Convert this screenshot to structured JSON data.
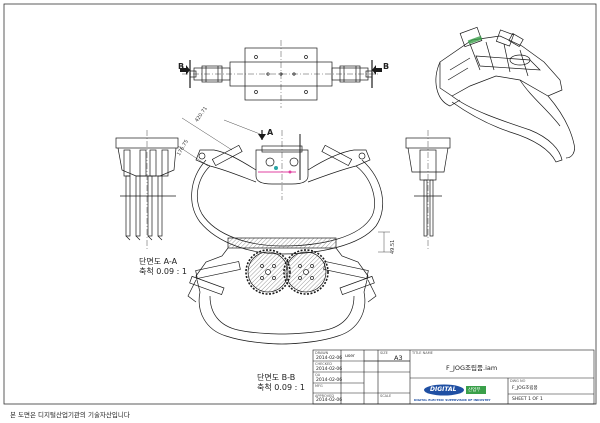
{
  "sections": {
    "aa": {
      "title": "단면도 A-A",
      "scale": "축척 0.09 : 1"
    },
    "bb": {
      "title": "단면도 B-B",
      "scale": "축척 0.09 : 1"
    }
  },
  "markers": {
    "a": "A",
    "b_left": "B",
    "b_right": "B"
  },
  "dimensions": {
    "d1": "420.71",
    "d2": "176.75",
    "d3": "49.51"
  },
  "title_block": {
    "drawn_label": "DRAWN",
    "drawn_date": "2014-02-06",
    "drawn_user": "user",
    "checked_label": "CHECKED",
    "checked_date": "2014-02-06",
    "qa_label": "QA",
    "qa_date": "2014-02-06",
    "mfg_label": "MFG",
    "approved_label": "APPROVED",
    "approved_date": "2014-02-06",
    "size_label": "SIZE",
    "size": "A3",
    "title_label": "TITLE NAME",
    "title": "F_JOG조립품.iam",
    "dwg_label": "DWG NO",
    "dwg_no": "F_JOG조립품",
    "scale_label": "SCALE",
    "sheet": "SHEET 1 OF 1",
    "logo_text": "DIGITAL",
    "logo_badge": "산업부",
    "logo_sub": "DIGITAL ELECTRIC SUPERVISOR OF INDUSTRY"
  },
  "footer": "본 도면은 디지털산업기관의 기술자산입니다",
  "colors": {
    "line": "#1a1a1a",
    "accent": "#e040a0",
    "highlight": "#2aa6a6",
    "logo_blue": "#1f4fa3",
    "logo_green": "#3aa04a"
  }
}
